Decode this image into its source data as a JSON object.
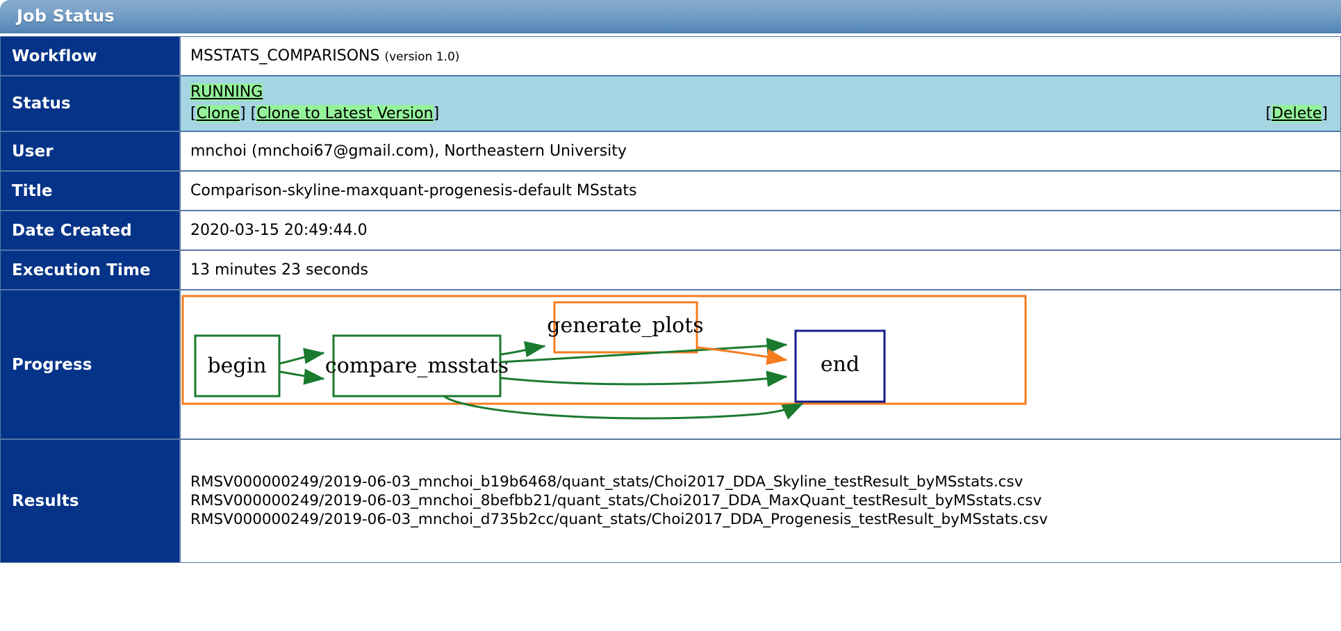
{
  "window": {
    "title": "Job Status"
  },
  "rows": {
    "workflow": {
      "label": "Workflow",
      "name": "MSSTATS_COMPARISONS",
      "version": "(version 1.0)"
    },
    "status": {
      "label": "Status",
      "state": "RUNNING",
      "clone_label": "Clone",
      "clone_latest_label": "Clone to Latest Version",
      "delete_label": "Delete",
      "open_bracket": "[",
      "close_bracket": "]"
    },
    "user": {
      "label": "User",
      "value": "mnchoi (mnchoi67@gmail.com), Northeastern University"
    },
    "title": {
      "label": "Title",
      "value": "Comparison-skyline-maxquant-progenesis-default MSstats"
    },
    "date_created": {
      "label": "Date Created",
      "value": "2020-03-15 20:49:44.0"
    },
    "execution_time": {
      "label": "Execution Time",
      "value": "13 minutes 23 seconds"
    },
    "progress": {
      "label": "Progress"
    },
    "results": {
      "label": "Results",
      "files": [
        "RMSV000000249/2019-06-03_mnchoi_b19b6468/quant_stats/Choi2017_DDA_Skyline_testResult_byMSstats.csv",
        "RMSV000000249/2019-06-03_mnchoi_8befbb21/quant_stats/Choi2017_DDA_MaxQuant_testResult_byMSstats.csv",
        "RMSV000000249/2019-06-03_mnchoi_d735b2cc/quant_stats/Choi2017_DDA_Progenesis_testResult_byMSstats.csv"
      ]
    }
  },
  "diagram": {
    "nodes": [
      {
        "id": "begin",
        "label": "begin",
        "state": "done"
      },
      {
        "id": "compare_msstats",
        "label": "compare_msstats",
        "state": "done"
      },
      {
        "id": "generate_plots",
        "label": "generate_plots",
        "state": "running"
      },
      {
        "id": "end",
        "label": "end",
        "state": "pending"
      }
    ],
    "edges": [
      {
        "from": "begin",
        "to": "compare_msstats",
        "color": "done"
      },
      {
        "from": "begin",
        "to": "compare_msstats",
        "color": "done"
      },
      {
        "from": "compare_msstats",
        "to": "generate_plots",
        "color": "done"
      },
      {
        "from": "generate_plots",
        "to": "end",
        "color": "running"
      },
      {
        "from": "compare_msstats",
        "to": "end",
        "color": "done"
      },
      {
        "from": "compare_msstats",
        "to": "end",
        "color": "done"
      },
      {
        "from": "compare_msstats",
        "to": "end",
        "color": "done"
      }
    ],
    "colors": {
      "done": "#1a7a2e",
      "running": "#f57c20",
      "pending": "#141d8c",
      "cluster_border": "#f57c20"
    }
  }
}
